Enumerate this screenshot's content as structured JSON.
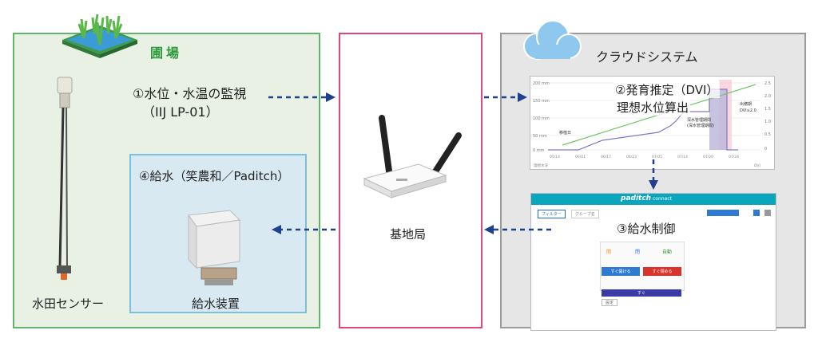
{
  "farm": {
    "title": "圃場",
    "sensor_label": "水田センサー"
  },
  "monitor": {
    "title": "①水位・水温の監視",
    "model": "（IIJ LP-01）"
  },
  "supply": {
    "title": "④給水（笑農和／Paditch）",
    "device_label": "給水装置"
  },
  "base": {
    "label": "基地局"
  },
  "cloud": {
    "title": "クラウドシステム"
  },
  "estimate": {
    "line1": "②発育推定（DVI）",
    "line2": "理想水位算出"
  },
  "control": {
    "title": "③給水制御"
  },
  "chart_mini": {
    "y_ticks_left": [
      "200 mm",
      "150 mm",
      "100 mm",
      "50 mm",
      "0 mm"
    ],
    "y_ticks_right": [
      "2.5",
      "2.0",
      "1.5",
      "1.0",
      "0.5",
      "0"
    ],
    "x_ticks": [
      "05/14",
      "06/01",
      "06/17",
      "06/23",
      "07/05",
      "07/14",
      "07/20",
      "07/24"
    ],
    "label_plant": "移植日",
    "label_mid": "深水管理期間",
    "label_mid2": "(深水管理期間)",
    "label_head": "出穂期",
    "label_dvi": "DVI≥2.0",
    "legend_left": "理想水深",
    "legend_right": "DVI"
  },
  "paditch_ui": {
    "brand": "paditch",
    "brand_suffix": "connect",
    "tab1": "フィルター",
    "tab2": "グループ名",
    "status1": "開",
    "status2": "閉",
    "status3": "自動",
    "btn_open": "すぐ開ける",
    "btn_close": "すぐ閉める",
    "btn_wide": "すぐ",
    "footer": "設定"
  },
  "colors": {
    "farm_border": "#5fb56a",
    "supply_border": "#7cc0de",
    "base_border": "#e0457b",
    "cloud_border": "#9a9a9a",
    "arrow": "#1f3f8f"
  }
}
